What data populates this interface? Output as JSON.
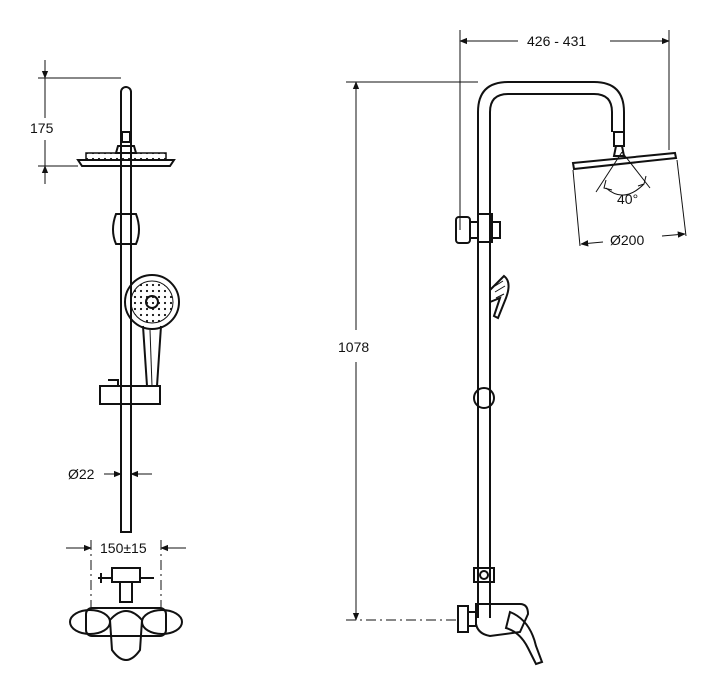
{
  "dimensions": {
    "head_height": "175",
    "pipe_diameter": "Ø22",
    "inlet_spacing": "150±15",
    "total_height": "1078",
    "arm_reach": "426 - 431",
    "head_angle": "40°",
    "head_diameter": "Ø200"
  },
  "colors": {
    "line": "#111111",
    "background": "#ffffff"
  }
}
